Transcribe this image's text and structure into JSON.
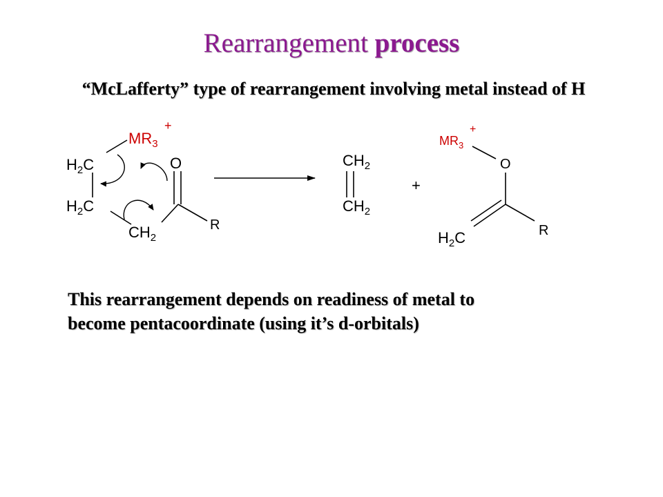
{
  "slide": {
    "title_part1": "Rearrangement ",
    "title_part2": "process",
    "subtitle": "“McLafferty” type of rearrangement involving metal instead of H",
    "note_line1": "This rearrangement depends on readiness of metal to",
    "note_line2": "become pentacoordinate (using it’s d-orbitals)"
  },
  "scheme": {
    "reactant": {
      "h2c_top": "H",
      "h2c_top_sub": "2",
      "h2c_top_c": "C",
      "h2c_mid": "H",
      "h2c_mid_sub": "2",
      "h2c_mid_c": "C",
      "ch2": "CH",
      "ch2_sub": "2",
      "metal": "MR",
      "metal_sub": "3",
      "metal_charge": "+",
      "oxygen": "O",
      "r_group": "R"
    },
    "ethylene": {
      "top": "CH",
      "top_sub": "2",
      "bottom": "CH",
      "bottom_sub": "2"
    },
    "plus_sign": "+",
    "enolate": {
      "metal": "MR",
      "metal_sub": "3",
      "metal_charge": "+",
      "oxygen": "O",
      "h2c": "H",
      "h2c_sub": "2",
      "h2c_c": "C",
      "r_group": "R"
    }
  },
  "colors": {
    "title": "#8b1a8f",
    "metal_label": "#cc0000",
    "text": "#000000"
  }
}
